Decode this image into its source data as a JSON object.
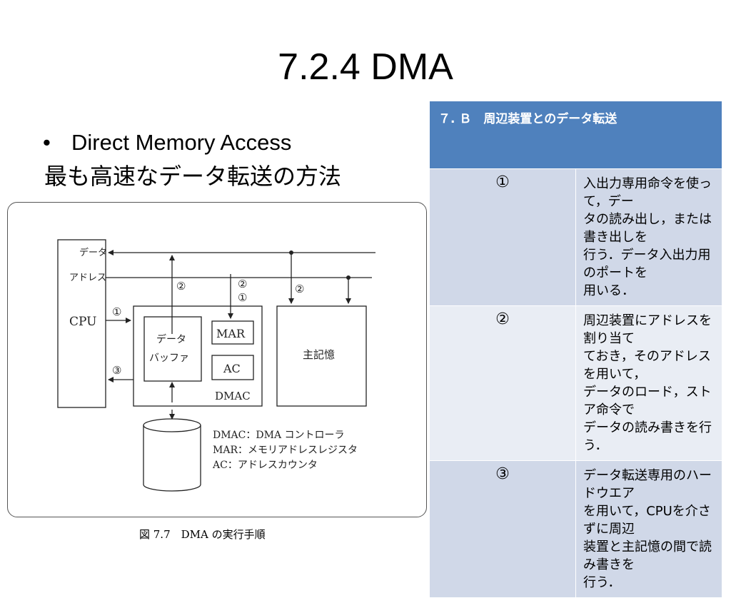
{
  "slide": {
    "title": "7.2.4 DMA",
    "bullet": "Direct Memory Access",
    "subtitle": "最も高速なデータ転送の方法"
  },
  "figure": {
    "labels": {
      "data_bus": "データ",
      "address_bus": "アドレス",
      "cpu": "CPU",
      "step1": "①",
      "step2": "②",
      "step3": "③",
      "data_buffer_line1": "データ",
      "data_buffer_line2": "バッファ",
      "mar": "MAR",
      "ac": "AC",
      "dmac": "DMAC",
      "main_memory": "主記憶"
    },
    "legend": [
      "DMAC：DMA コントローラ",
      "MAR：メモリアドレスレジスタ",
      "AC：アドレスカウンタ"
    ],
    "caption": "図 7.7　DMA の実行手順"
  },
  "table": {
    "header": "７. Ｂ　周辺装置とのデータ転送",
    "rows": [
      {
        "num": "①",
        "lines": [
          "入出力専用命令を使って，デー",
          "タの読み出し，または書き出しを",
          "行う．データ入出力用のポートを",
          "用いる．"
        ]
      },
      {
        "num": "②",
        "lines": [
          "周辺装置にアドレスを割り当て",
          "ておき，そのアドレスを用いて，",
          "データのロード，ストア命令で",
          "データの読み書きを行う．"
        ]
      },
      {
        "num": "③",
        "lines": [
          "データ転送専用のハードウエア",
          "を用いて，CPUを介さずに周辺",
          "装置と主記憶の間で読み書きを",
          "行う．"
        ]
      }
    ]
  },
  "colors": {
    "header_bg": "#4f81bd",
    "row_odd_bg": "#d0d8e8",
    "row_even_bg": "#e9edf4"
  }
}
